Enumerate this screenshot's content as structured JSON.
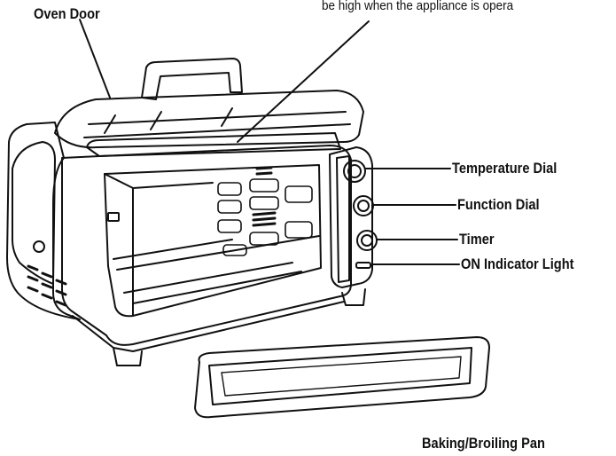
{
  "labels": {
    "oven_door": "Oven Door",
    "top_note": "be high when the appliance is opera",
    "temperature_dial": "Temperature Dial",
    "function_dial": "Function Dial",
    "timer": "Timer",
    "on_indicator_light": "ON Indicator Light",
    "baking_pan": "Baking/Broiling Pan"
  },
  "colors": {
    "ink": "#111111",
    "background": "#ffffff",
    "shading": "#dddddd"
  }
}
